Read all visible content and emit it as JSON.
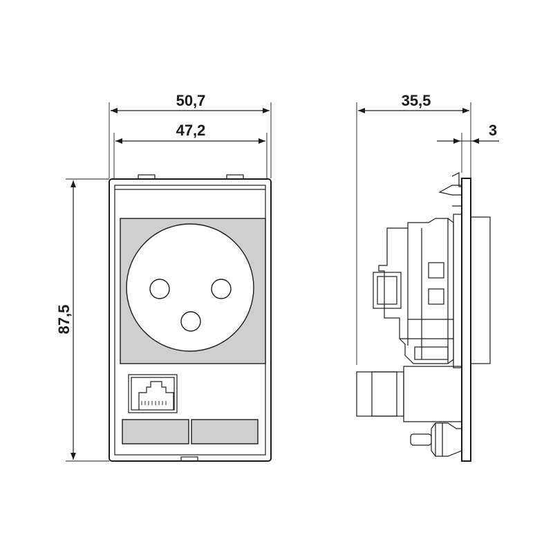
{
  "dimensions": {
    "overall_width": "50,7",
    "inner_width": "47,2",
    "height": "87,5",
    "depth": "35,5",
    "plate_thickness": "3"
  },
  "views": {
    "front": {
      "icons": [
        "xlr-socket-icon",
        "rj45-jack-icon",
        "label-field-icon"
      ]
    },
    "side": {
      "icons": [
        "connector-profile-icon"
      ]
    }
  },
  "colors": {
    "line": "#1a1a1a",
    "panel": "#cfcfcf",
    "background": "#ffffff"
  }
}
